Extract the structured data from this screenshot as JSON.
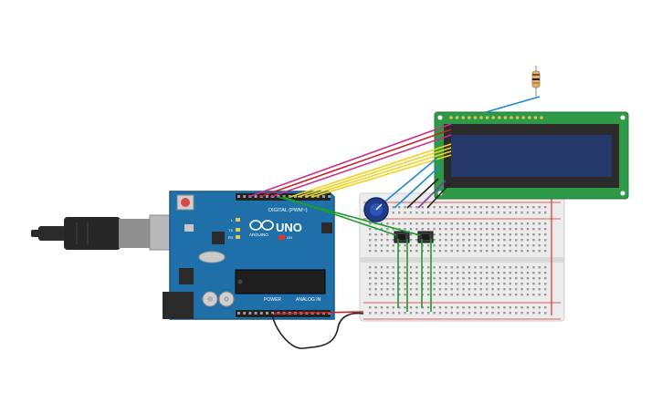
{
  "board": {
    "brand": "ARDUINO",
    "model": "UNO",
    "digital_label": "DIGITAL (PWM~)",
    "power_label": "POWER",
    "analog_label": "ANALOG IN",
    "on_label": "ON",
    "tx_label": "TX",
    "rx_label": "RX",
    "l_label": "L"
  },
  "colors": {
    "board": "#1f6fa8",
    "board_dark": "#17598a",
    "lcd_pcb": "#2e9a48",
    "lcd_screen": "#24386a",
    "breadboard": "#ececec",
    "wire_red": "#cc2222",
    "wire_magenta": "#cc2f8a",
    "wire_yellow": "#f2d21d",
    "wire_green": "#1f9a2f",
    "wire_blue": "#1c8ad0",
    "wire_purple": "#7a3fa8",
    "wire_black": "#222222"
  },
  "components": [
    "usb-cable",
    "arduino-uno",
    "breadboard",
    "lcd-16x2",
    "potentiometer",
    "resistor",
    "pushbutton-1",
    "pushbutton-2"
  ]
}
